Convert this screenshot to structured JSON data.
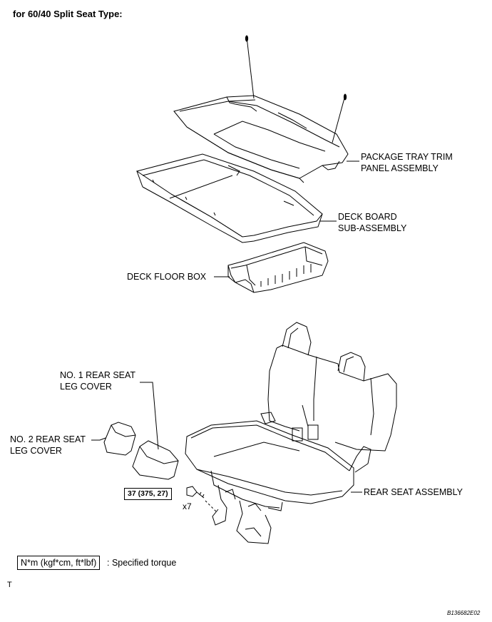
{
  "header": {
    "title": "for 60/40 Split Seat Type:"
  },
  "parts": {
    "package_tray": {
      "line1": "PACKAGE TRAY TRIM",
      "line2": "PANEL ASSEMBLY"
    },
    "deck_board": {
      "line1": "DECK BOARD",
      "line2": "SUB-ASSEMBLY"
    },
    "deck_floor_box": {
      "label": "DECK FLOOR BOX"
    },
    "leg_cover_1": {
      "line1": "NO. 1 REAR SEAT",
      "line2": "LEG COVER"
    },
    "leg_cover_2": {
      "line1": "NO. 2 REAR SEAT",
      "line2": "LEG COVER"
    },
    "rear_seat": {
      "label": "REAR SEAT ASSEMBLY"
    }
  },
  "torque": {
    "value": "37 (375, 27)",
    "count": "x7"
  },
  "legend": {
    "unit_box": "N*m (kgf*cm, ft*lbf)",
    "description": ": Specified torque"
  },
  "footer": {
    "mark": "T",
    "code": "B136682E02"
  }
}
